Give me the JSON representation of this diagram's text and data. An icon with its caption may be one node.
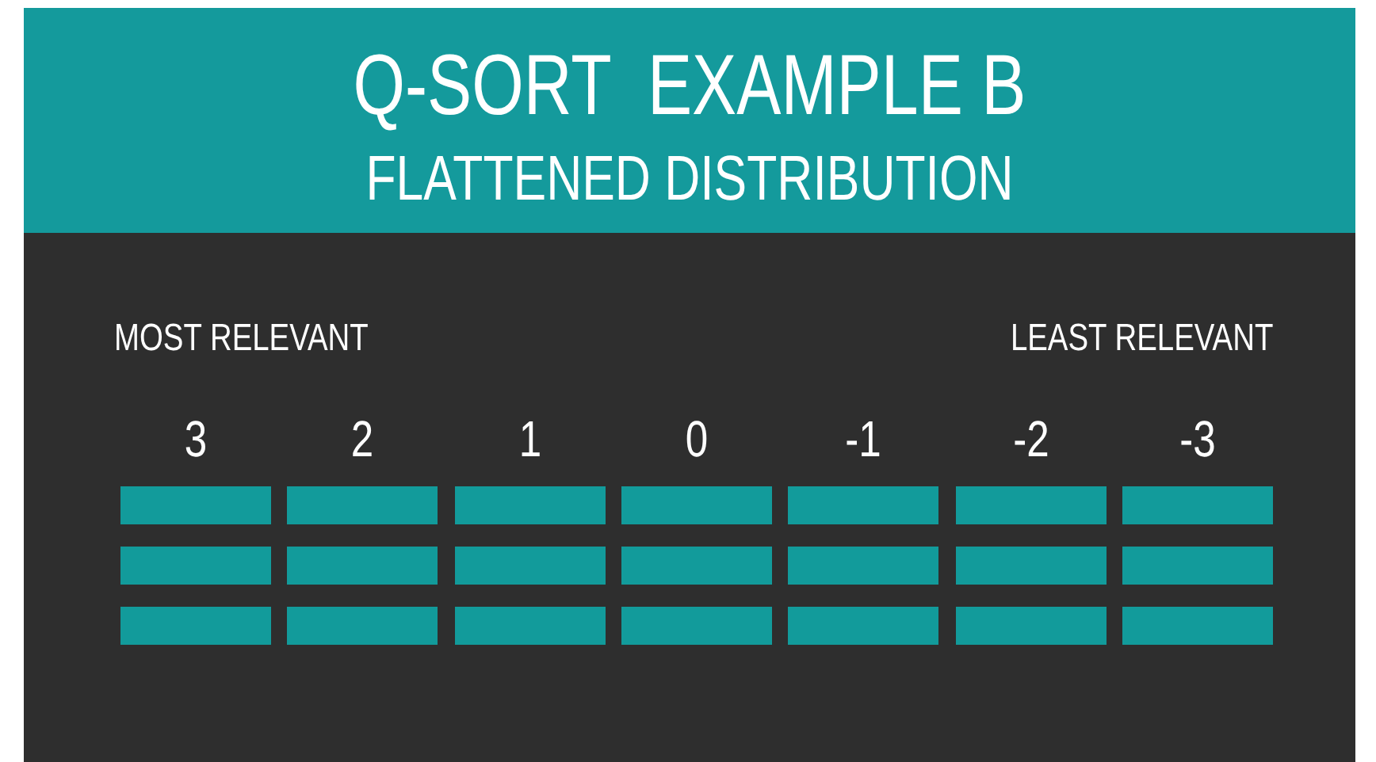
{
  "diagram": {
    "title": "Q-SORT  EXAMPLE B",
    "nodes": [
      {
        "text": [],
        "shape": "box"
      },
      {
        "text": [],
        "shape": "box"
      },
      {
        "text": [],
        "shape": "box"
      },
      {
        "text": [],
        "shape": "box"
      },
      {
        "text": [],
        "shape": "box"
      },
      {
        "text": [],
        "shape": "box"
      },
      {
        "text": [],
        "shape": "box"
      },
      {
        "text": [],
        "shape": "box"
      },
      {
        "text": [],
        "shape": "box"
      },
      {
        "text": [],
        "shape": "box"
      },
      {
        "text": [],
        "shape": "box"
      },
      {
        "text": [],
        "shape": "box"
      },
      {
        "text": [],
        "shape": "box"
      },
      {
        "text": [],
        "shape": "box"
      },
      {
        "text": [],
        "shape": "box"
      },
      {
        "text": [],
        "shape": "box"
      },
      {
        "text": [],
        "shape": "box"
      },
      {
        "text": [],
        "shape": "box"
      },
      {
        "text": [],
        "shape": "box"
      },
      {
        "text": [],
        "shape": "box"
      },
      {
        "text": [],
        "shape": "box"
      }
    ],
    "labels": [
      "FLATTENED DISTRIBUTION",
      "MOST RELEVANT",
      "LEAST RELEVANT",
      "3",
      "2",
      "1",
      "0",
      "-1",
      "-2",
      "-3"
    ]
  }
}
